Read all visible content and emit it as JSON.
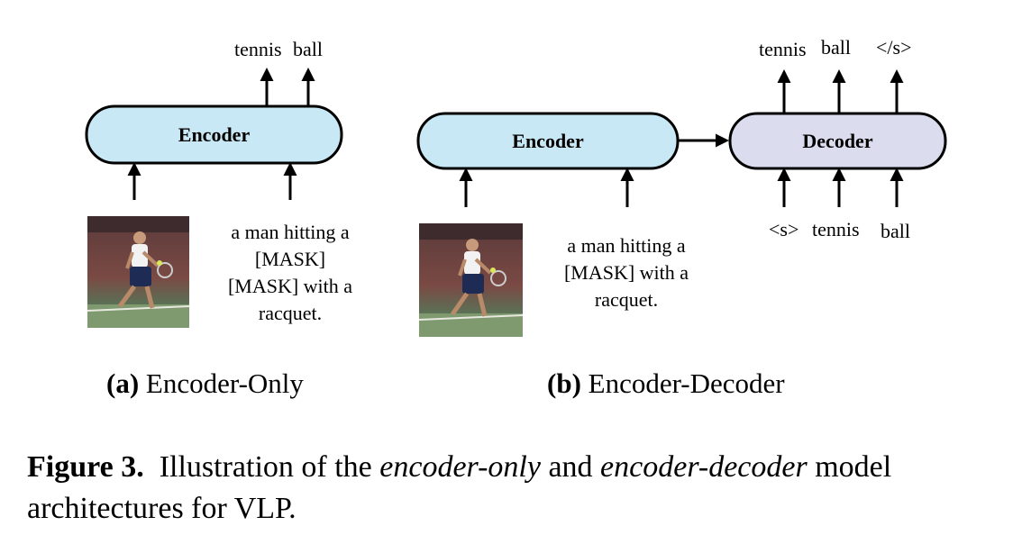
{
  "panel_a": {
    "encoder_label": "Encoder",
    "outputs": [
      "tennis",
      "ball"
    ],
    "input_text": [
      "a man hitting a",
      "[MASK]",
      "[MASK] with a",
      "racquet."
    ],
    "caption_letter": "(a)",
    "caption_text": "Encoder-Only"
  },
  "panel_b": {
    "encoder_label": "Encoder",
    "decoder_label": "Decoder",
    "decoder_outputs": [
      "tennis",
      "ball",
      "</s>"
    ],
    "decoder_inputs": [
      "<s>",
      "tennis",
      "ball"
    ],
    "input_text": [
      "a man hitting a",
      "[MASK] with a",
      "racquet."
    ],
    "caption_letter": "(b)",
    "caption_text": "Encoder-Decoder"
  },
  "figure_caption": {
    "label": "Figure 3.",
    "part1": "Illustration of the",
    "em1": "encoder-only",
    "part2": "and",
    "em2": "encoder-decoder",
    "part3": "model architectures for VLP."
  },
  "colors": {
    "encoder_fill": "#c9e8f5",
    "decoder_fill": "#dcdcef",
    "stroke": "#000000"
  }
}
